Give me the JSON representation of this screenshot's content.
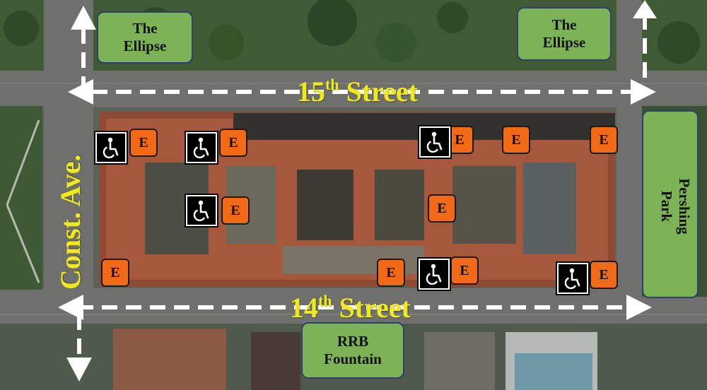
{
  "map": {
    "labels": {
      "ellipse_left": "The\nEllipse",
      "ellipse_right": "The\nEllipse",
      "pershing_park": "Pershing\nPark",
      "rrb_fountain": "RRB\nFountain"
    },
    "streets": {
      "north_prefix": "15",
      "north_sup": "th",
      "north_suffix": " Street",
      "south_prefix": "14",
      "south_sup": "th",
      "south_suffix": " Street",
      "west": "Const. Ave."
    },
    "entrance_label": "E",
    "marker_types": {
      "entrance": "entrance-marker",
      "accessible": "wheelchair-accessible-icon"
    },
    "colors": {
      "entrance": "#f26a15",
      "park_label": "#7cb356",
      "street_text": "#f0ea1a",
      "accessible_bg": "#000000"
    }
  }
}
